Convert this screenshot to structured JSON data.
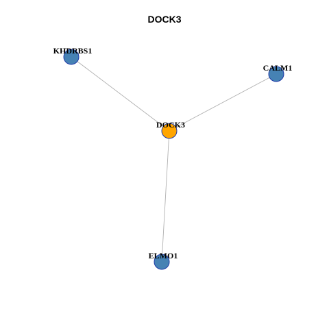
{
  "title": "DOCK3",
  "colors": {
    "hub_node": "#FFA500",
    "neighbor_node": "#4682B4",
    "node_border": "#1E3AA8",
    "edge": "#B0B0B0",
    "label": "#000000"
  },
  "network": {
    "hub": "DOCK3",
    "nodes": [
      {
        "id": "DOCK3",
        "label": "DOCK3",
        "role": "hub"
      },
      {
        "id": "KHDRBS1",
        "label": "KHDRBS1",
        "role": "neighbor"
      },
      {
        "id": "CALM1",
        "label": "CALM1",
        "role": "neighbor"
      },
      {
        "id": "ELMO1",
        "label": "ELMO1",
        "role": "neighbor"
      }
    ],
    "edges": [
      {
        "source": "DOCK3",
        "target": "KHDRBS1"
      },
      {
        "source": "DOCK3",
        "target": "CALM1"
      },
      {
        "source": "DOCK3",
        "target": "ELMO1"
      }
    ]
  }
}
